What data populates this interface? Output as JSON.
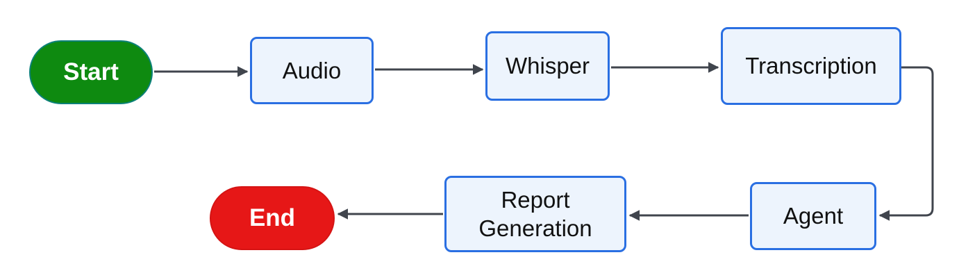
{
  "diagram": {
    "type": "flowchart",
    "background_color": "#ffffff",
    "connector_color": "#40454d",
    "nodes": [
      {
        "id": "start",
        "label": "Start",
        "shape": "terminator",
        "fill": "#0e8a10",
        "border": "#0c8178",
        "text_color": "#ffffff"
      },
      {
        "id": "audio",
        "label": "Audio",
        "shape": "process",
        "fill": "#edf4fd",
        "border": "#2a6fe2",
        "text_color": "#111111"
      },
      {
        "id": "whisper",
        "label": "Whisper",
        "shape": "process",
        "fill": "#edf4fd",
        "border": "#2a6fe2",
        "text_color": "#111111"
      },
      {
        "id": "transcription",
        "label": "Transcription",
        "shape": "process",
        "fill": "#edf4fd",
        "border": "#2a6fe2",
        "text_color": "#111111"
      },
      {
        "id": "agent",
        "label": "Agent",
        "shape": "process",
        "fill": "#edf4fd",
        "border": "#2a6fe2",
        "text_color": "#111111"
      },
      {
        "id": "report_generation",
        "label": "Report Generation",
        "shape": "process",
        "fill": "#edf4fd",
        "border": "#2a6fe2",
        "text_color": "#111111"
      },
      {
        "id": "end",
        "label": "End",
        "shape": "terminator",
        "fill": "#e61717",
        "border": "#d51414",
        "text_color": "#ffffff"
      }
    ],
    "edges": [
      {
        "from": "start",
        "to": "audio"
      },
      {
        "from": "audio",
        "to": "whisper"
      },
      {
        "from": "whisper",
        "to": "transcription"
      },
      {
        "from": "transcription",
        "to": "agent"
      },
      {
        "from": "agent",
        "to": "report_generation"
      },
      {
        "from": "report_generation",
        "to": "end"
      }
    ]
  }
}
